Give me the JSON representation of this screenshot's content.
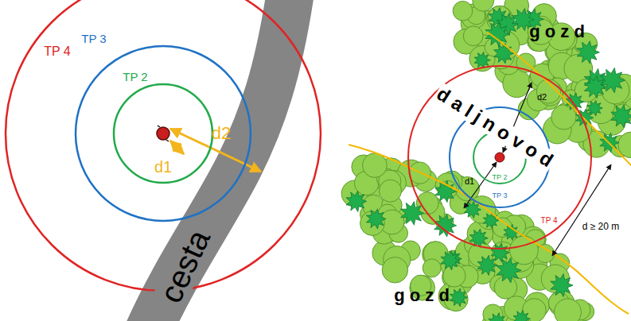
{
  "diagram": {
    "nodes": [
      {
        "text": [
          "TP 4"
        ]
      },
      {
        "text": [
          "TP 3"
        ],
        "in": 0
      },
      {
        "text": [
          "TP 2"
        ],
        "in": 1
      },
      {
        "text": [
          "TP 4"
        ]
      },
      {
        "text": [
          "TP 3"
        ],
        "in": 3
      },
      {
        "text": [
          "TP 2"
        ],
        "in": 4
      }
    ],
    "labels": [
      "cesta",
      "d1",
      "d2",
      "d a l j n o v o d",
      "g o z d",
      "g o z d",
      "d1",
      "d2",
      "d ≥ 20 m"
    ]
  }
}
